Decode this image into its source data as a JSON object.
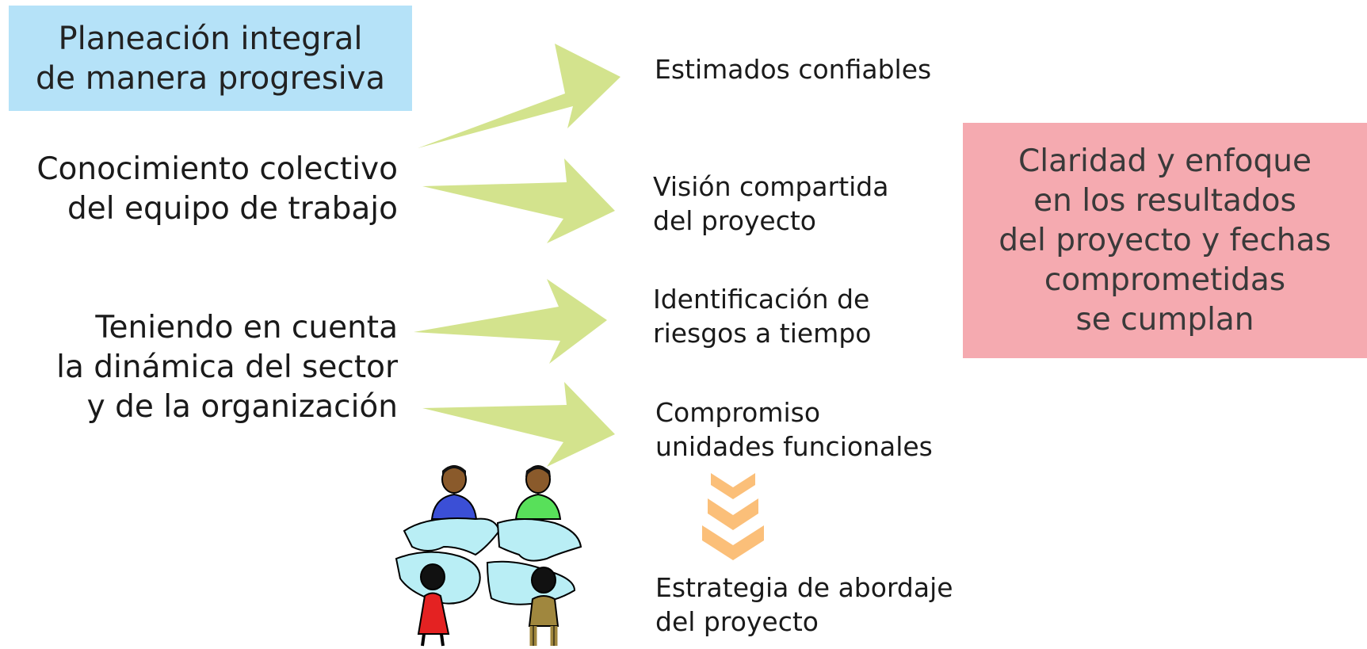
{
  "top_box": {
    "line1": "Planeación integral",
    "line2": "de manera progresiva"
  },
  "left_inputs": [
    {
      "text": "Conocimiento colectivo\ndel equipo de trabajo"
    },
    {
      "text": "Teniendo en cuenta\nla dinámica del sector\ny de la organización"
    }
  ],
  "outcomes": [
    {
      "text": "Estimados confiables"
    },
    {
      "text": "Visión compartida\ndel proyecto"
    },
    {
      "text": "Identificación de\nriesgos a tiempo"
    },
    {
      "text": "Compromiso\nunidades funcionales"
    }
  ],
  "strategy": {
    "text": "Estrategia de abordaje\ndel proyecto"
  },
  "result_box": {
    "text": "Claridad y enfoque\nen los resultados\ndel proyecto y fechas\ncomprometidas\nse cumplan"
  },
  "colors": {
    "top_box_bg": "#b5e2f8",
    "result_box_bg": "#f5aab0",
    "arrow_green": "#d3e38d",
    "chevron_orange": "#fbbf79"
  },
  "icons": [
    "teamwork-puzzle-illustration"
  ]
}
